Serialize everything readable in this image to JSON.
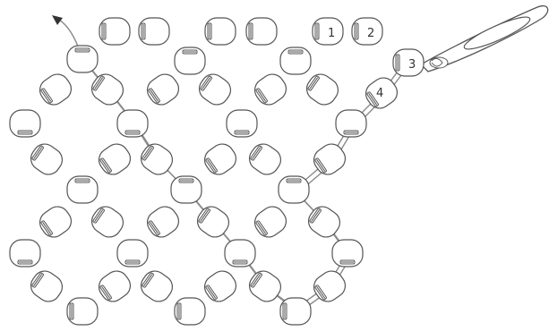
{
  "diagram": {
    "description_labels": [],
    "step_labels": [
      "1",
      "2",
      "3",
      "4"
    ],
    "colors": {
      "bead_outline": "#555555",
      "bead_fill": "#ffffff",
      "thread": "#8a8a8a",
      "background": "#ffffff"
    },
    "icons": [
      "needle-icon",
      "thread-tail-arrow-icon"
    ]
  }
}
